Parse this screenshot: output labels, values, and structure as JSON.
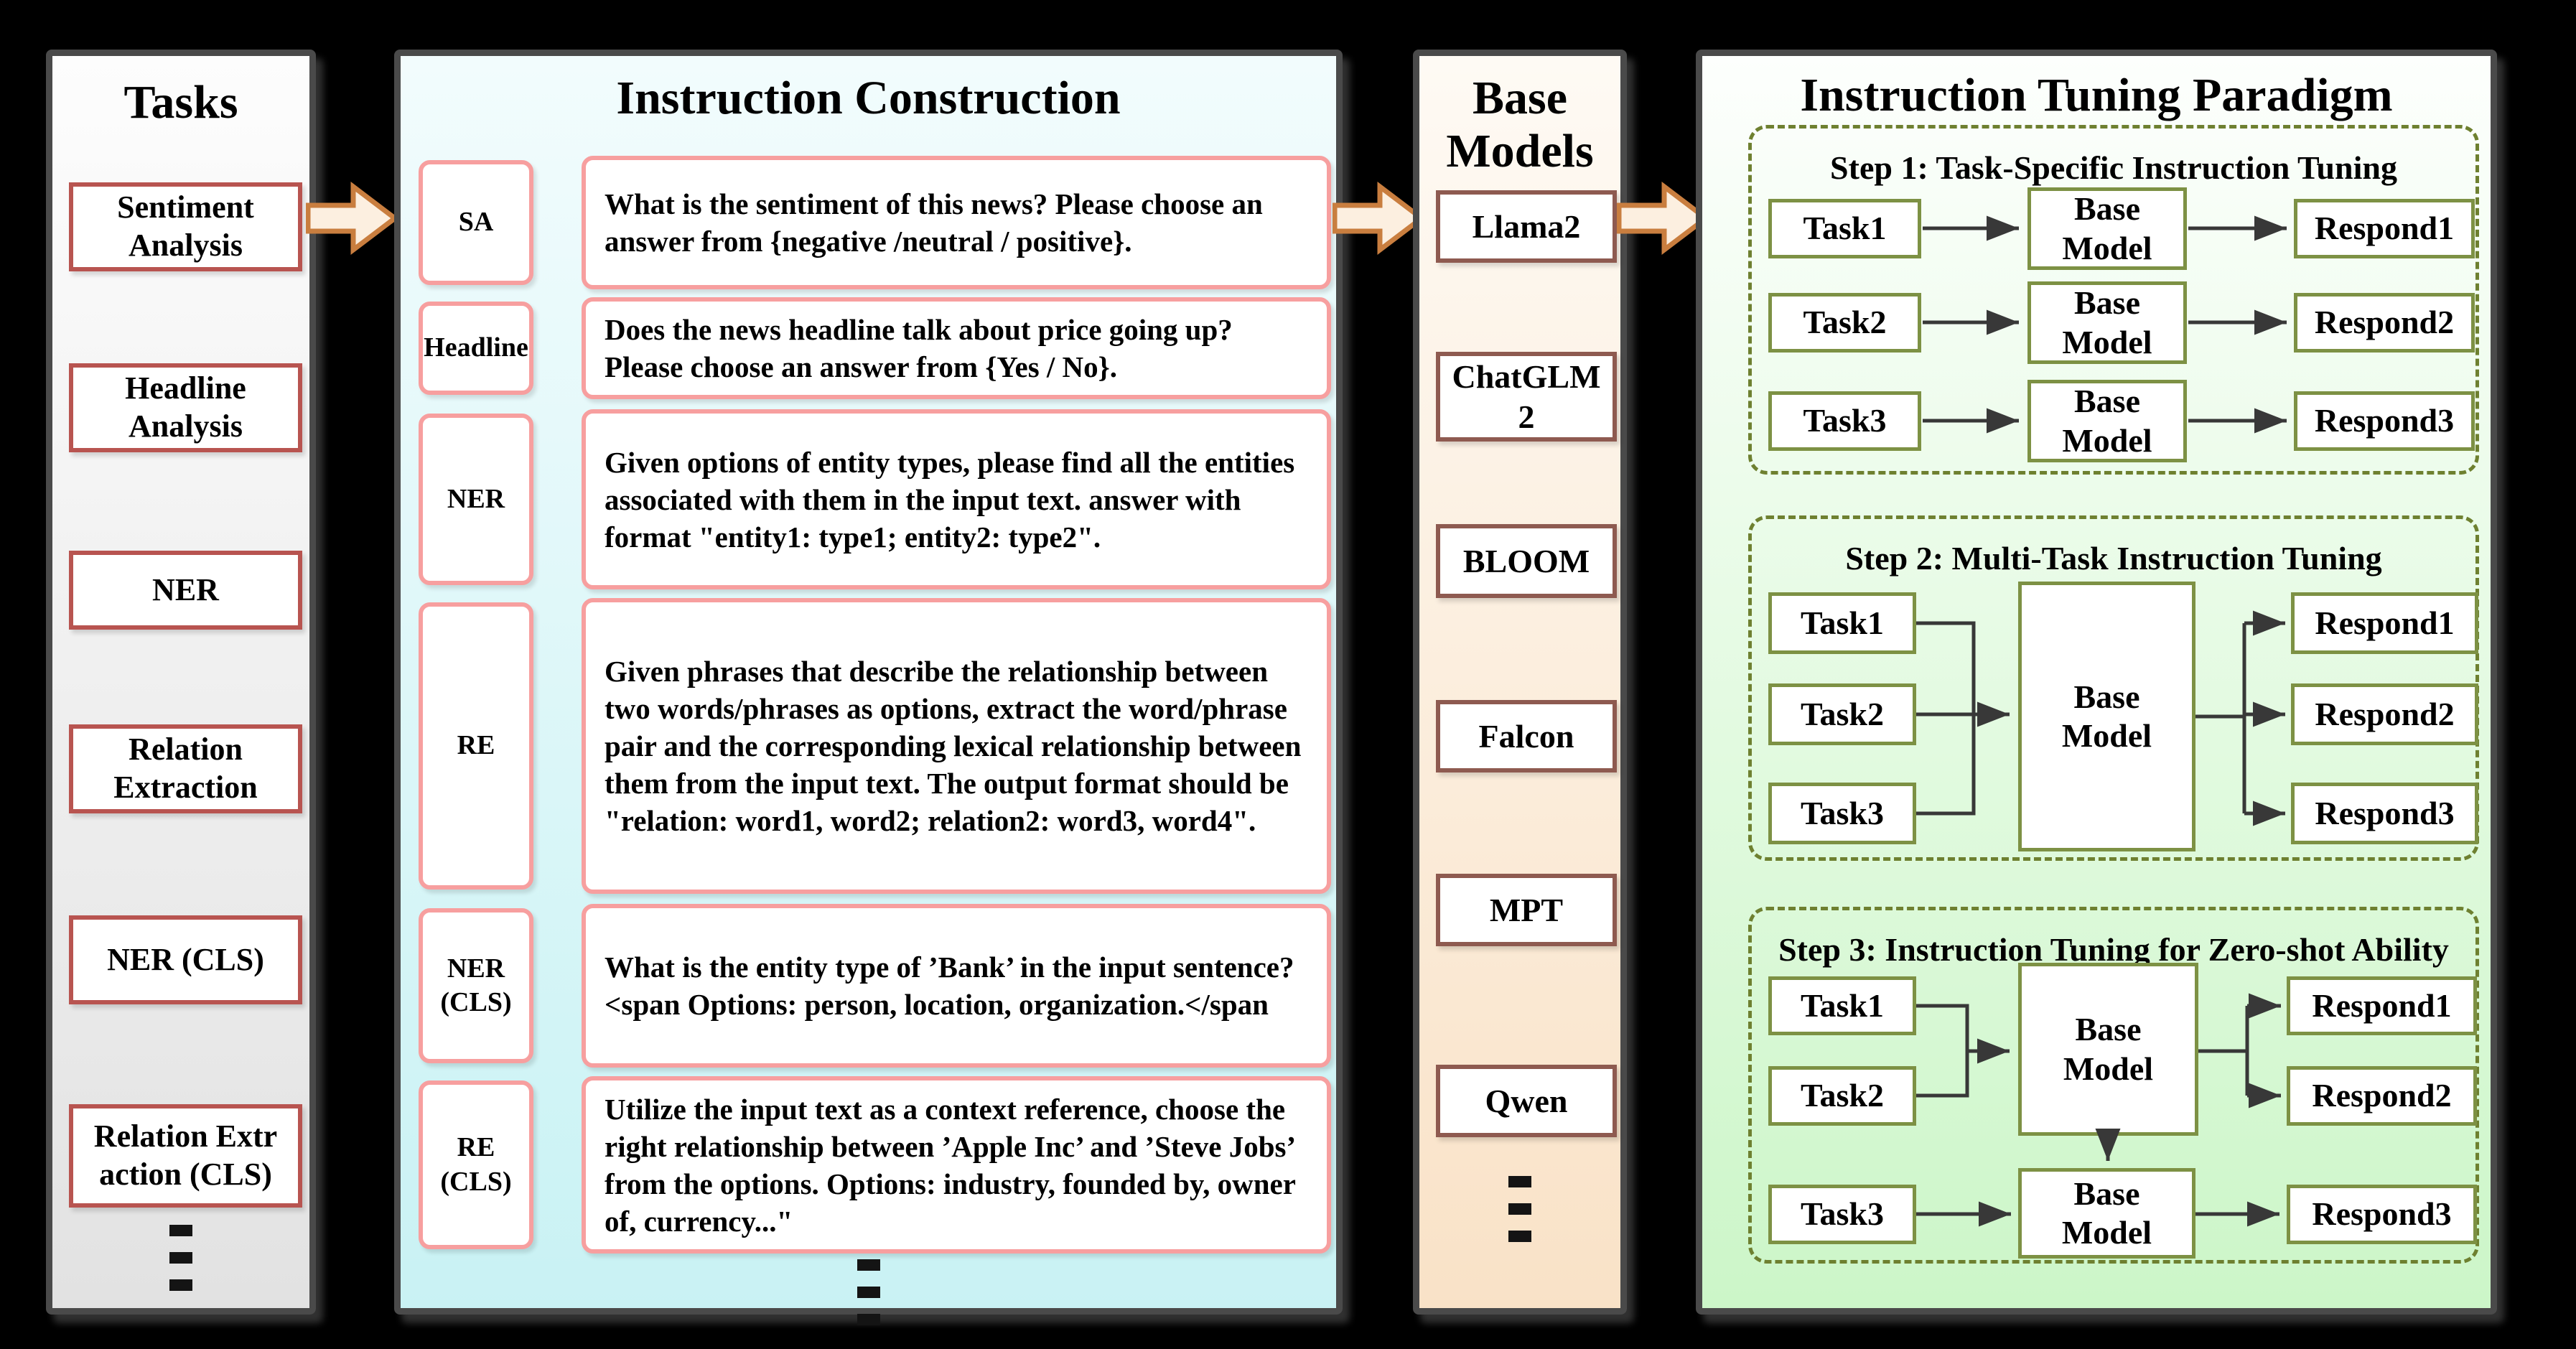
{
  "colors": {
    "background": "#000000",
    "panel_border": "#4a4a4a",
    "task_box_border": "#b85450",
    "instruction_box_border": "#f79f9f",
    "model_box_border": "#8e5a50",
    "paradigm_box_border": "#7d9144",
    "step_dashed_border": "#6e8030",
    "flow_arrow_border": "#c97e3f",
    "flow_arrow_fill": "#fcefe0",
    "connector_line": "#383838"
  },
  "tasks_panel": {
    "title": "Tasks",
    "items": [
      "Sentiment\nAnalysis",
      "Headline\nAnalysis",
      "NER",
      "Relation\nExtraction",
      "NER (CLS)",
      "Relation Extr\naction (CLS)"
    ]
  },
  "instruction_panel": {
    "title": "Instruction Construction",
    "rows": [
      {
        "label": "SA",
        "text": "What is the sentiment of this news? Please choose an answer from {negative /neutral / positive}."
      },
      {
        "label": "Headline",
        "text": "Does the news headline talk about price going up? Please choose an answer from {Yes / No}."
      },
      {
        "label": "NER",
        "text": "Given options of entity types, please find all the entities associated with them in the input text. answer with format \"entity1: type1; entity2: type2\"."
      },
      {
        "label": "RE",
        "text": "Given phrases that describe the relationship between two words/phrases as options, extract the word/phrase pair and the corresponding lexical relationship between them from the input text. The output format should be \"relation: word1, word2; relation2: word3, word4\"."
      },
      {
        "label": "NER (CLS)",
        "text": "What is the entity type of ’Bank’ in the input sentence?<span Options: person, location, organization.</span"
      },
      {
        "label": "RE (CLS)",
        "text": "Utilize the input text as a context reference, choose the right relationship between ’Apple Inc’ and ’Steve Jobs’ from the options. Options: industry, founded by, owner of, currency...\""
      }
    ]
  },
  "models_panel": {
    "title": "Base Models",
    "items": [
      "Llama2",
      "ChatGLM\n2",
      "BLOOM",
      "Falcon",
      "MPT",
      "Qwen"
    ]
  },
  "paradigm": {
    "title": "Instruction Tuning Paradigm",
    "steps": [
      {
        "title": "Step 1: Task-Specific Instruction Tuning",
        "rows": [
          {
            "task": "Task1",
            "model": "Base\nModel",
            "respond": "Respond1"
          },
          {
            "task": "Task2",
            "model": "Base\nModel",
            "respond": "Respond2"
          },
          {
            "task": "Task3",
            "model": "Base\nModel",
            "respond": "Respond3"
          }
        ]
      },
      {
        "title": "Step 2: Multi-Task Instruction Tuning",
        "tasks": [
          "Task1",
          "Task2",
          "Task3"
        ],
        "model": "Base\nModel",
        "responds": [
          "Respond1",
          "Respond2",
          "Respond3"
        ]
      },
      {
        "title": "Step 3: Instruction Tuning for Zero-shot Ability",
        "tasks": [
          "Task1",
          "Task2"
        ],
        "model_top": "Base\nModel",
        "responds": [
          "Respond1",
          "Respond2"
        ],
        "task_bottom": "Task3",
        "model_bottom": "Base\nModel",
        "respond_bottom": "Respond3"
      }
    ]
  }
}
